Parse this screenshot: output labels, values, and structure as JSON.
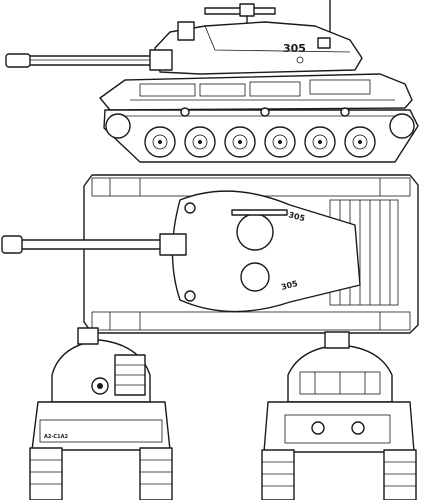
{
  "side_view": {
    "hull_number": "305"
  },
  "top_view": {
    "hull_number_rear": "305",
    "hull_number_front": "305"
  },
  "front_view": {
    "plate_text": "A2-C1A2"
  },
  "rear_view": {}
}
